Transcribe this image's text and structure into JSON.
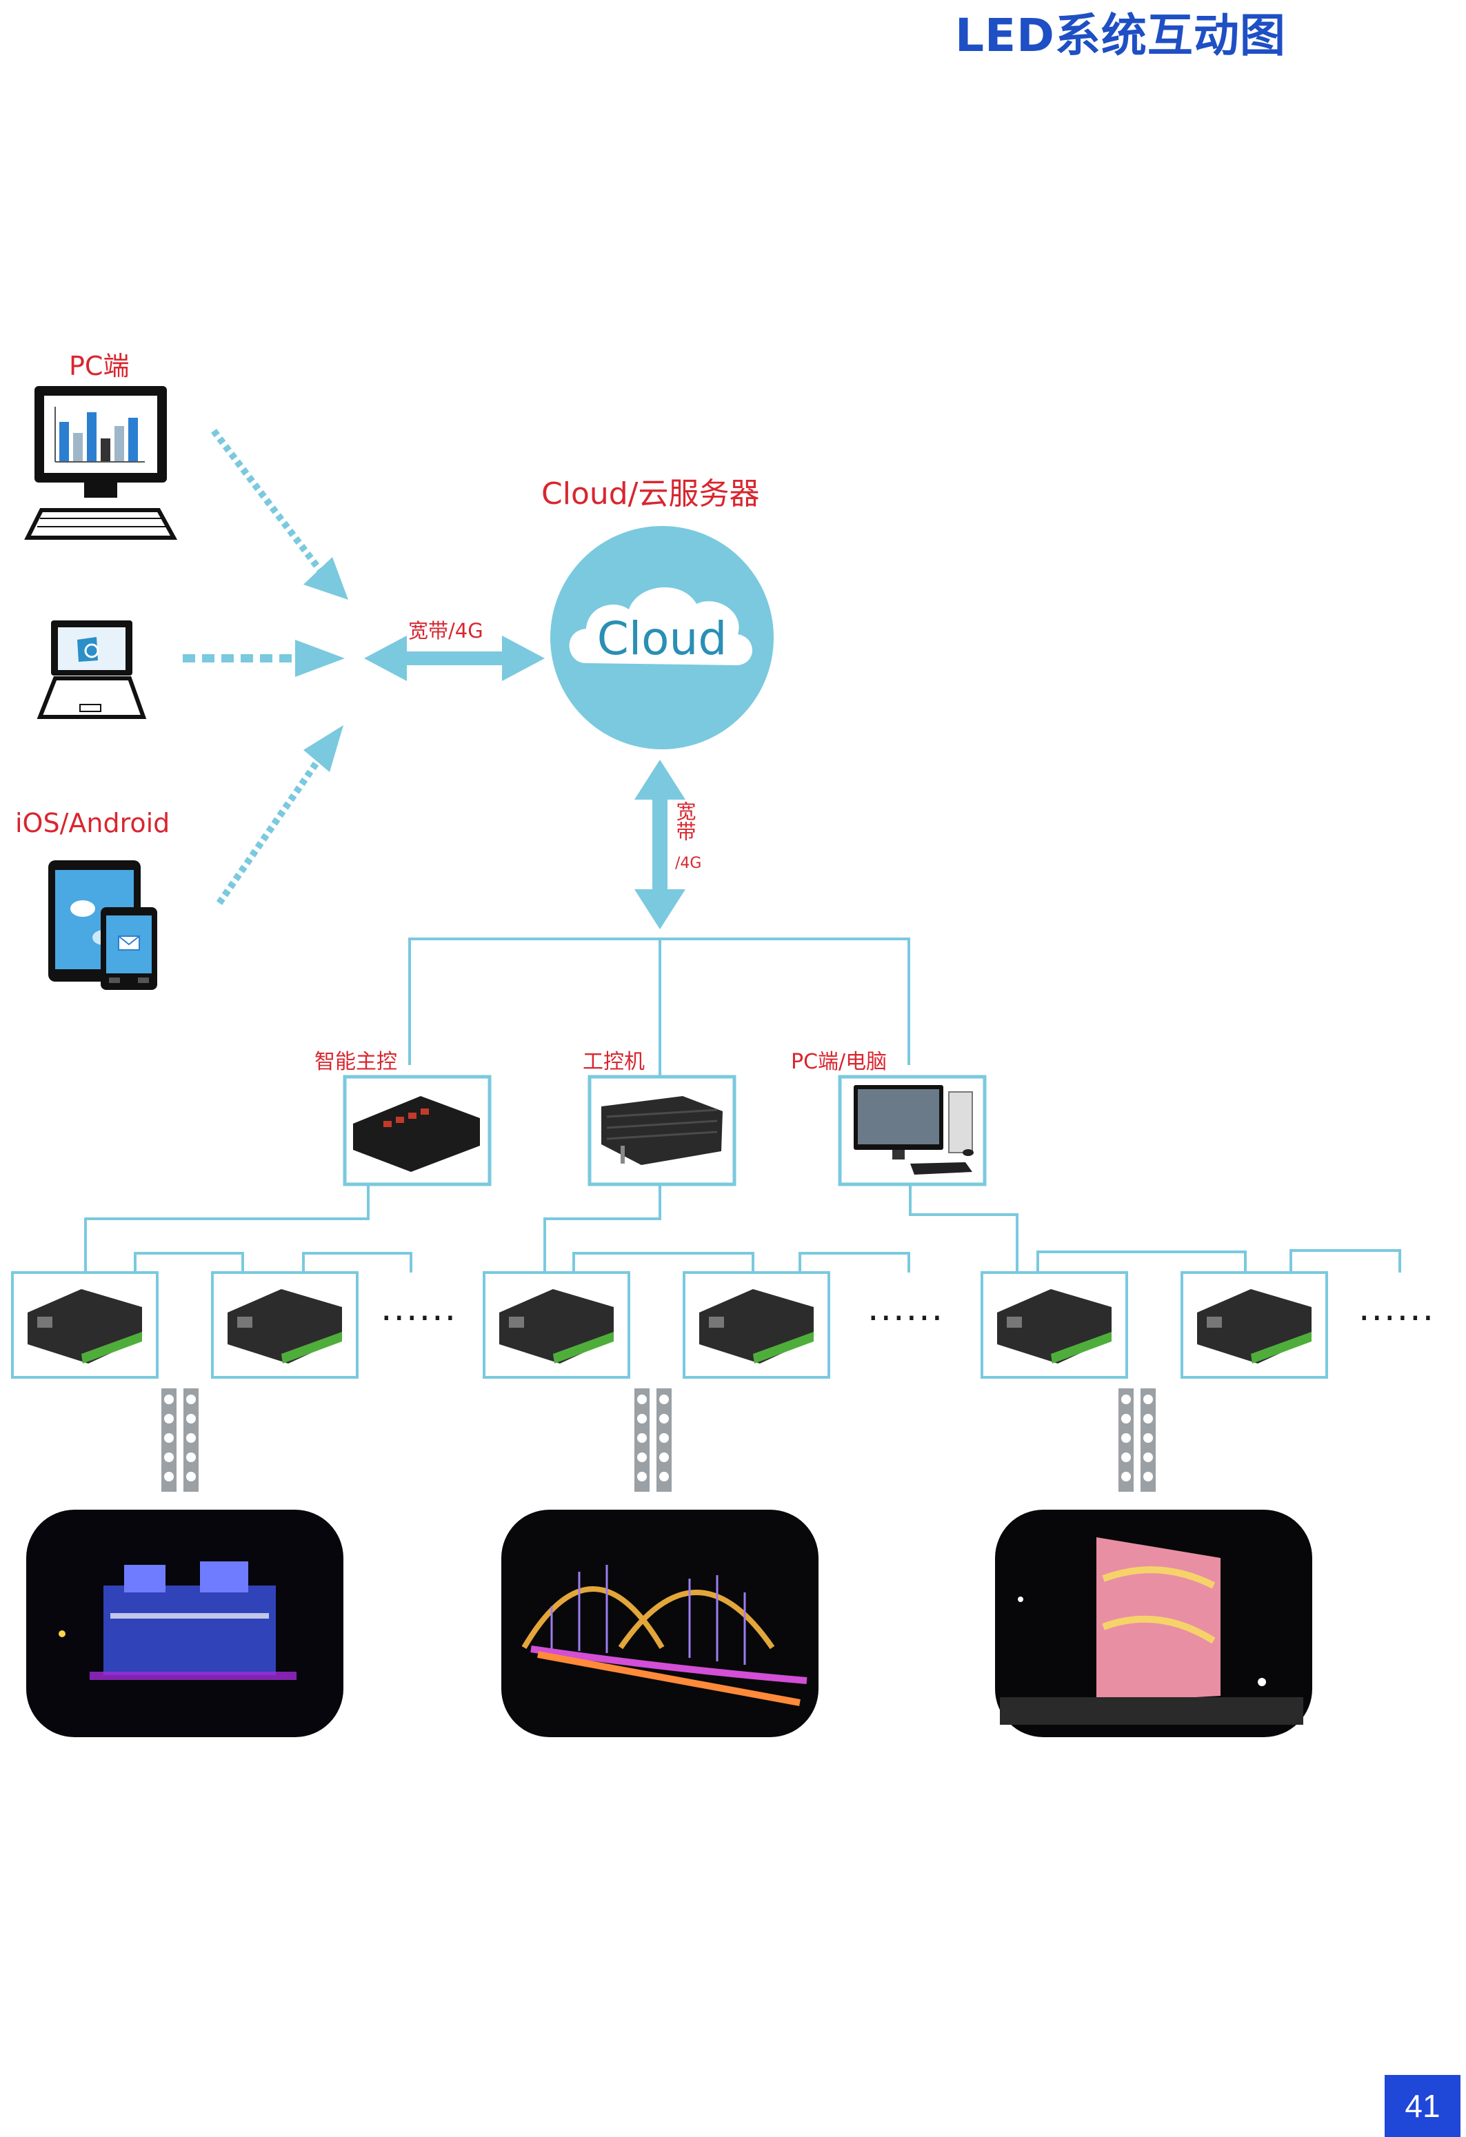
{
  "page_title": "LED系统互动图",
  "labels": {
    "pc_client": "PC端",
    "mobile_client": "iOS/Android",
    "cloud_server": "Cloud/云服务器",
    "cloud_icon_text": "Cloud",
    "broadband_horizontal": "宽带/4G",
    "broadband_vertical": "宽带",
    "broadband_vertical_4g": "/4G",
    "smart_master": "智能主控",
    "industrial_pc": "工控机",
    "pc_computer": "PC端/电脑"
  },
  "ellipsis": [
    "......",
    "......",
    "......"
  ],
  "page_number": "41",
  "colors": {
    "title": "#1f4fc4",
    "label_red": "#d9262f",
    "connector_blue": "#7ac9df",
    "cloud_blue": "#7ac9df",
    "badge_blue": "#1f47d8"
  }
}
